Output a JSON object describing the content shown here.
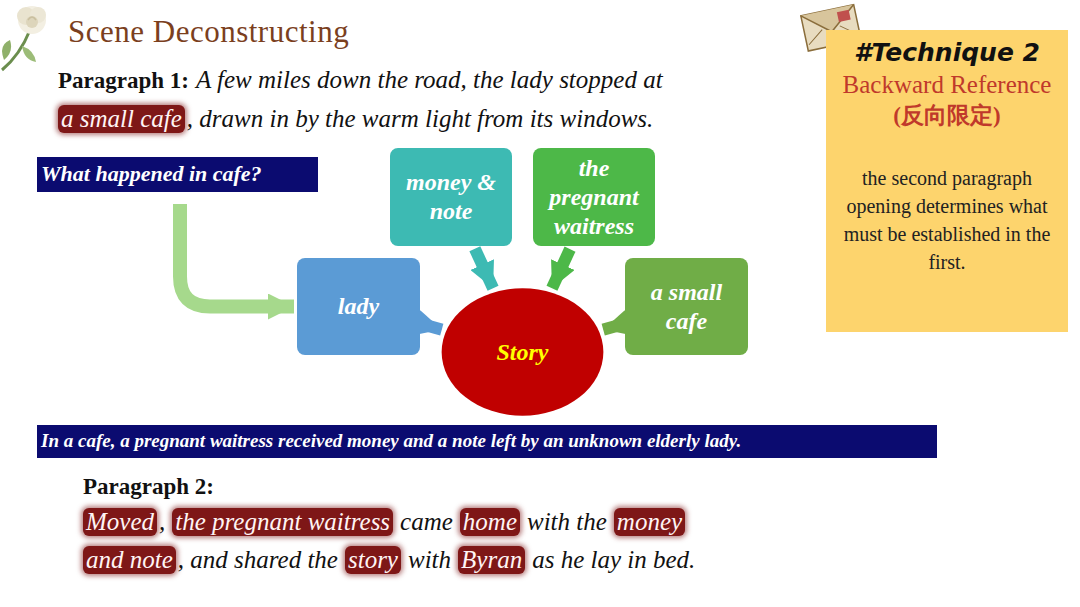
{
  "diagram": {
    "title": "Scene Deconstructing",
    "nodes": [
      {
        "text": [
          "What happened in cafe?"
        ]
      },
      {
        "text": [
          "money & note"
        ]
      },
      {
        "text": [
          "the pregnant waitress"
        ]
      },
      {
        "text": [
          "lady"
        ]
      },
      {
        "text": [
          "Story"
        ]
      },
      {
        "text": [
          "a small cafe"
        ]
      },
      {
        "text": [
          "In a cafe, a pregnant waitress received money and a note left by an unknown elderly lady."
        ]
      },
      {
        "text": [
          "#Technique 2",
          "Backward Reference",
          "(反向限定)",
          "the second paragraph opening determines what must be established in the first."
        ]
      }
    ],
    "edges": [
      {
        "from": 0,
        "to": 3,
        "arrow": "to"
      },
      {
        "from": 1,
        "to": 4,
        "arrow": "to"
      },
      {
        "from": 2,
        "to": 4,
        "arrow": "to"
      },
      {
        "from": 3,
        "to": 4,
        "arrow": "to"
      },
      {
        "from": 5,
        "to": 4,
        "arrow": "to"
      }
    ],
    "labels": [
      "Paragraph 1:",
      "A few miles down the road, the lady stopped at",
      "a small cafe",
      ", drawn in by the warm light from its windows.",
      "Paragraph 2:",
      "Moved",
      ",",
      "the pregnant waitress",
      "came",
      "home",
      "with the",
      "money",
      "and note",
      ", and shared the",
      "story",
      "with",
      "Byran",
      "as he lay in bed."
    ]
  }
}
